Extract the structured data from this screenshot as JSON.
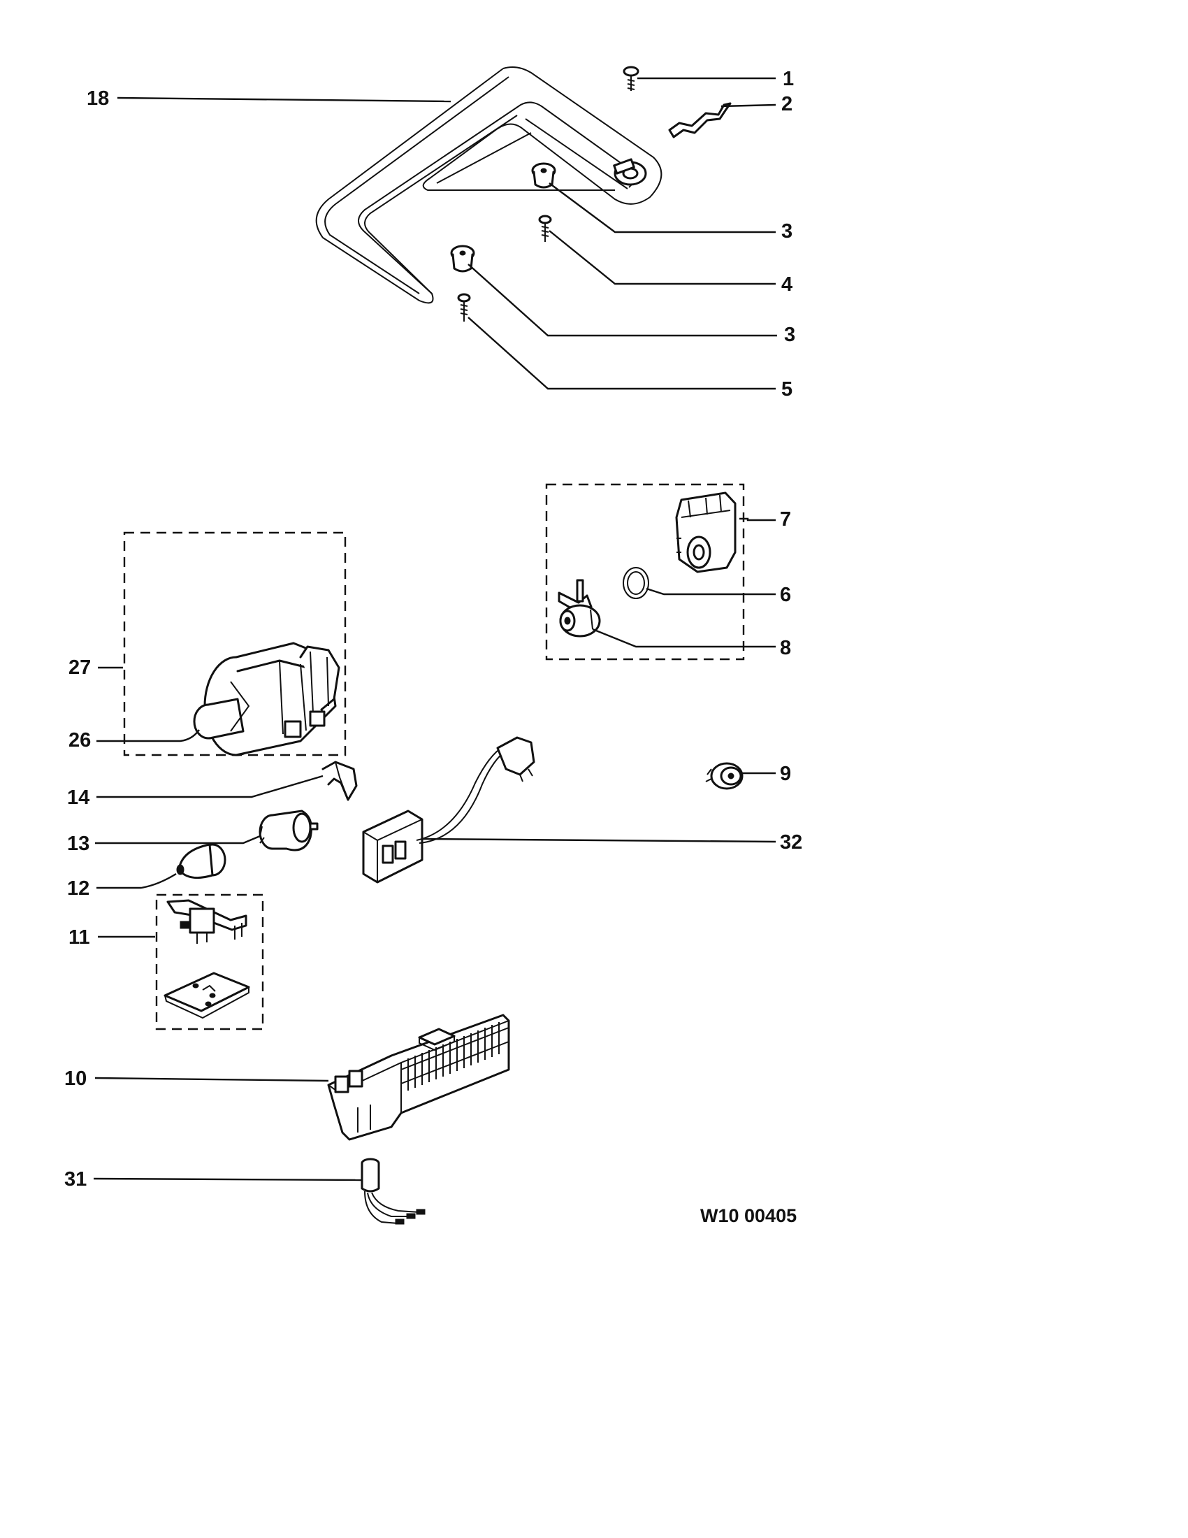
{
  "diagram": {
    "drawing_number": "W10 00405",
    "callouts": {
      "c1": "1",
      "c2": "2",
      "c3a": "3",
      "c4": "4",
      "c3b": "3",
      "c5": "5",
      "c18": "18",
      "c7": "7",
      "c6": "6",
      "c8": "8",
      "c27": "27",
      "c26": "26",
      "c9": "9",
      "c14": "14",
      "c13": "13",
      "c32": "32",
      "c12": "12",
      "c11": "11",
      "c10": "10",
      "c31": "31"
    }
  }
}
